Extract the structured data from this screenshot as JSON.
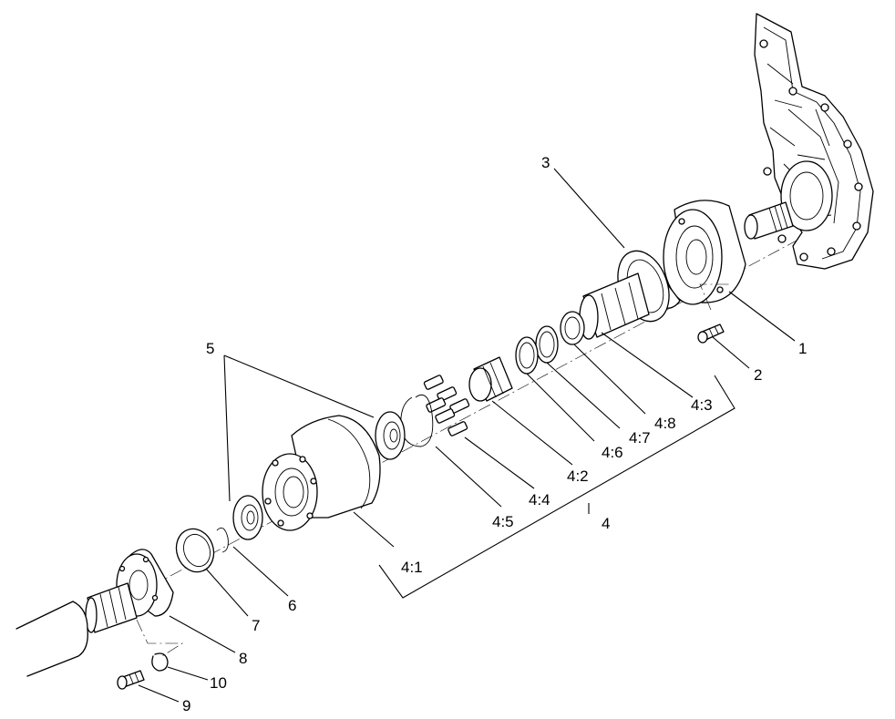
{
  "callouts": {
    "c1": "1",
    "c2": "2",
    "c3": "3",
    "c4": "4",
    "c4_1": "4:1",
    "c4_2": "4:2",
    "c4_3": "4:3",
    "c4_4": "4:4",
    "c4_5": "4:5",
    "c4_6": "4:6",
    "c4_7": "4:7",
    "c4_8": "4:8",
    "c5": "5",
    "c6": "6",
    "c7": "7",
    "c8": "8",
    "c9": "9",
    "c10": "10"
  }
}
